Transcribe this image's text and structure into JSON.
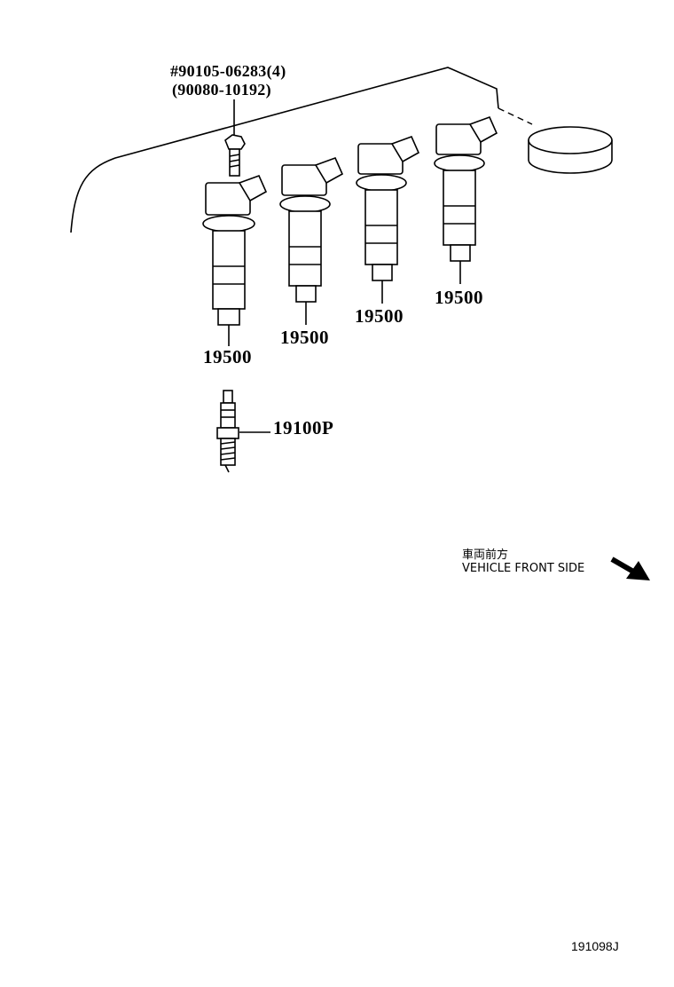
{
  "diagram": {
    "bolt_label": "#90105-06283(4)",
    "bolt_alt_label": "(90080-10192)",
    "coil_labels": [
      "19500",
      "19500",
      "19500",
      "19500"
    ],
    "spark_plug_label": "19100P",
    "front_side_jp": "車両前方",
    "front_side_en": "VEHICLE FRONT SIDE",
    "figure_code": "191098J"
  }
}
